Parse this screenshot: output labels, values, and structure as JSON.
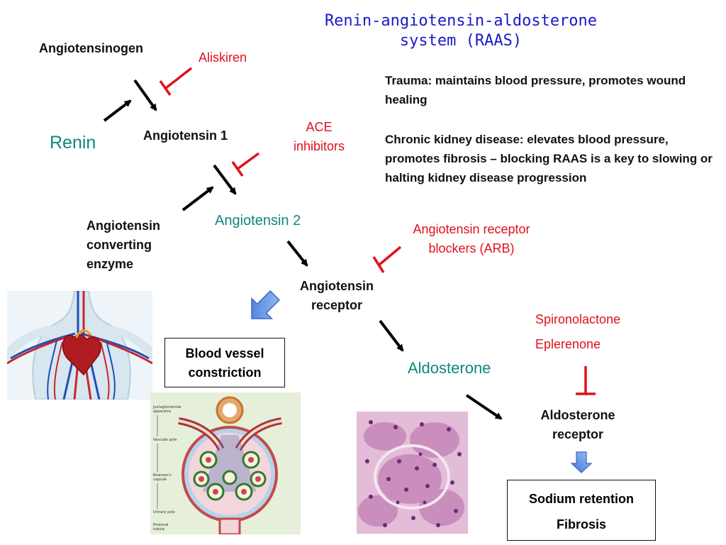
{
  "title": {
    "line1": "Renin-angiotensin-aldosterone",
    "line2": "system (RAAS)"
  },
  "info": {
    "trauma": "Trauma: maintains blood pressure, promotes wound healing",
    "ckd": "Chronic kidney disease: elevates blood pressure, promotes fibrosis – blocking RAAS is a key to slowing or halting kidney disease progression"
  },
  "pathway": {
    "angiotensinogen": "Angiotensinogen",
    "renin": "Renin",
    "angiotensin1": "Angiotensin 1",
    "ace": {
      "line1": "Angiotensin",
      "line2": "converting",
      "line3": "enzyme"
    },
    "angiotensin2": "Angiotensin 2",
    "receptor": {
      "line1": "Angiotensin",
      "line2": "receptor"
    },
    "aldosterone": "Aldosterone",
    "aldo_receptor": {
      "line1": "Aldosterone",
      "line2": "receptor"
    }
  },
  "inhibitors": {
    "aliskiren": "Aliskiren",
    "ace_inhibitors": {
      "line1": "ACE",
      "line2": "inhibitors"
    },
    "arb": {
      "line1": "Angiotensin receptor",
      "line2": "blockers (ARB)"
    },
    "spironolactone": "Spironolactone",
    "eplerenone": "Eplerenone"
  },
  "outcomes": {
    "vessel": {
      "line1": "Blood vessel",
      "line2": "constriction"
    },
    "sodium": "Sodium retention",
    "fibrosis": "Fibrosis"
  },
  "colors": {
    "title": "#1a1acc",
    "teal": "#10857f",
    "inhibitor_red": "#e0101a",
    "arrow_blue": "#5b8fe6"
  }
}
